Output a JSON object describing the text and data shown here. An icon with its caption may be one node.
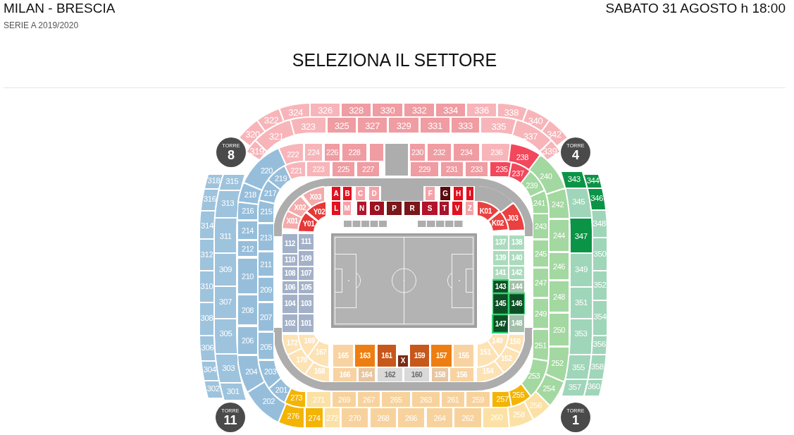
{
  "diagram": {
    "title": "SELEZIONA IL SETTORE",
    "nodes": [
      {
        "text": [
          "320"
        ]
      },
      {
        "text": [
          "322"
        ]
      },
      {
        "text": [
          "324"
        ]
      },
      {
        "text": [
          "326"
        ]
      },
      {
        "text": [
          "328"
        ]
      },
      {
        "text": [
          "330"
        ]
      },
      {
        "text": [
          "332"
        ]
      },
      {
        "text": [
          "334"
        ]
      },
      {
        "text": [
          "336"
        ]
      },
      {
        "text": [
          "338"
        ]
      },
      {
        "text": [
          "340"
        ]
      },
      {
        "text": [
          "342"
        ]
      },
      {
        "text": [
          "319"
        ]
      },
      {
        "text": [
          "321"
        ]
      },
      {
        "text": [
          "323"
        ]
      },
      {
        "text": [
          "325"
        ]
      },
      {
        "text": [
          "327"
        ]
      },
      {
        "text": [
          "329"
        ]
      },
      {
        "text": [
          "331"
        ]
      },
      {
        "text": [
          "333"
        ]
      },
      {
        "text": [
          "335"
        ]
      },
      {
        "text": [
          "337"
        ]
      },
      {
        "text": [
          "339"
        ]
      },
      {
        "text": [
          "TORRE",
          "8"
        ]
      },
      {
        "text": [
          "TORRE",
          "4"
        ]
      },
      {
        "text": [
          "222"
        ]
      },
      {
        "text": [
          "224"
        ]
      },
      {
        "text": [
          "226"
        ]
      },
      {
        "text": [
          "228"
        ]
      },
      {
        "text": [],
        "shape": "box"
      },
      {
        "text": [
          "230"
        ]
      },
      {
        "text": [
          "232"
        ]
      },
      {
        "text": [
          "234"
        ]
      },
      {
        "text": [
          "236"
        ]
      },
      {
        "text": [
          "238"
        ]
      },
      {
        "text": [
          "221"
        ]
      },
      {
        "text": [
          "223"
        ]
      },
      {
        "text": [
          "225"
        ]
      },
      {
        "text": [
          "227"
        ]
      },
      {
        "text": [
          "229"
        ]
      },
      {
        "text": [
          "231"
        ]
      },
      {
        "text": [
          "233"
        ]
      },
      {
        "text": [
          "235"
        ]
      },
      {
        "text": [
          "237"
        ]
      },
      {
        "text": [
          "318"
        ]
      },
      {
        "text": [
          "315"
        ]
      },
      {
        "text": [
          "316"
        ]
      },
      {
        "text": [
          "313"
        ]
      },
      {
        "text": [
          "314"
        ]
      },
      {
        "text": [
          "311"
        ]
      },
      {
        "text": [
          "312"
        ]
      },
      {
        "text": [
          "309"
        ]
      },
      {
        "text": [
          "310"
        ]
      },
      {
        "text": [
          "307"
        ]
      },
      {
        "text": [
          "308"
        ]
      },
      {
        "text": [
          "305"
        ]
      },
      {
        "text": [
          "306"
        ]
      },
      {
        "text": [
          "303"
        ]
      },
      {
        "text": [
          "304"
        ]
      },
      {
        "text": [
          "301"
        ]
      },
      {
        "text": [
          "302"
        ]
      },
      {
        "text": [
          "220"
        ]
      },
      {
        "text": [
          "219"
        ]
      },
      {
        "text": [
          "218"
        ]
      },
      {
        "text": [
          "217"
        ]
      },
      {
        "text": [
          "216"
        ]
      },
      {
        "text": [
          "215"
        ]
      },
      {
        "text": [
          "214"
        ]
      },
      {
        "text": [
          "213"
        ]
      },
      {
        "text": [
          "212"
        ]
      },
      {
        "text": [
          "211"
        ]
      },
      {
        "text": [
          "210"
        ]
      },
      {
        "text": [
          "209"
        ]
      },
      {
        "text": [
          "208"
        ]
      },
      {
        "text": [
          "207"
        ]
      },
      {
        "text": [
          "206"
        ]
      },
      {
        "text": [
          "205"
        ]
      },
      {
        "text": [
          "204"
        ]
      },
      {
        "text": [
          "203"
        ]
      },
      {
        "text": [
          "202"
        ]
      },
      {
        "text": [
          "201"
        ]
      },
      {
        "text": [
          "X03"
        ]
      },
      {
        "text": [
          "A"
        ]
      },
      {
        "text": [
          "B"
        ]
      },
      {
        "text": [
          "C"
        ]
      },
      {
        "text": [
          "D"
        ]
      },
      {
        "text": [
          "F"
        ]
      },
      {
        "text": [
          "G"
        ]
      },
      {
        "text": [
          "H"
        ]
      },
      {
        "text": [
          "I"
        ]
      },
      {
        "text": [
          "X02"
        ]
      },
      {
        "text": [
          "Y02"
        ]
      },
      {
        "text": [
          "L"
        ]
      },
      {
        "text": [
          "M"
        ]
      },
      {
        "text": [
          "N"
        ]
      },
      {
        "text": [
          "O"
        ]
      },
      {
        "text": [
          "P"
        ]
      },
      {
        "text": [
          "R"
        ]
      },
      {
        "text": [
          "S"
        ]
      },
      {
        "text": [
          "T"
        ]
      },
      {
        "text": [
          "V"
        ]
      },
      {
        "text": [
          "Z"
        ]
      },
      {
        "text": [
          "K01"
        ]
      },
      {
        "text": [
          "X01"
        ]
      },
      {
        "text": [
          "Y01"
        ]
      },
      {
        "text": [
          "K02"
        ]
      },
      {
        "text": [
          "J03"
        ]
      },
      {
        "text": [
          "240"
        ]
      },
      {
        "text": [
          "239"
        ]
      },
      {
        "text": [
          "241"
        ]
      },
      {
        "text": [
          "242"
        ]
      },
      {
        "text": [
          "243"
        ]
      },
      {
        "text": [
          "244"
        ]
      },
      {
        "text": [
          "245"
        ]
      },
      {
        "text": [
          "246"
        ]
      },
      {
        "text": [
          "247"
        ]
      },
      {
        "text": [
          "248"
        ]
      },
      {
        "text": [
          "249"
        ]
      },
      {
        "text": [
          "250"
        ]
      },
      {
        "text": [
          "251"
        ]
      },
      {
        "text": [
          "252"
        ]
      },
      {
        "text": [
          "253"
        ]
      },
      {
        "text": [
          "254"
        ]
      },
      {
        "text": [
          "343"
        ]
      },
      {
        "text": [
          "344"
        ]
      },
      {
        "text": [
          "345"
        ]
      },
      {
        "text": [
          "346"
        ]
      },
      {
        "text": [
          "347"
        ]
      },
      {
        "text": [
          "348"
        ]
      },
      {
        "text": [
          "349"
        ]
      },
      {
        "text": [
          "350"
        ]
      },
      {
        "text": [
          "351"
        ]
      },
      {
        "text": [
          "352"
        ]
      },
      {
        "text": [
          "353"
        ]
      },
      {
        "text": [
          "354"
        ]
      },
      {
        "text": [
          "355"
        ]
      },
      {
        "text": [
          "356"
        ]
      },
      {
        "text": [
          "357"
        ]
      },
      {
        "text": [
          "358"
        ]
      },
      {
        "text": [
          "360"
        ]
      },
      {
        "text": [
          "112"
        ]
      },
      {
        "text": [
          "111"
        ]
      },
      {
        "text": [
          "110"
        ]
      },
      {
        "text": [
          "109"
        ]
      },
      {
        "text": [
          "108"
        ]
      },
      {
        "text": [
          "107"
        ]
      },
      {
        "text": [
          "106"
        ]
      },
      {
        "text": [
          "105"
        ]
      },
      {
        "text": [
          "104"
        ]
      },
      {
        "text": [
          "103"
        ]
      },
      {
        "text": [
          "102"
        ]
      },
      {
        "text": [
          "101"
        ]
      },
      {
        "text": [
          "137"
        ]
      },
      {
        "text": [
          "138"
        ]
      },
      {
        "text": [
          "139"
        ]
      },
      {
        "text": [
          "140"
        ]
      },
      {
        "text": [
          "141"
        ]
      },
      {
        "text": [
          "142"
        ]
      },
      {
        "text": [
          "143"
        ]
      },
      {
        "text": [
          "144"
        ]
      },
      {
        "text": [
          "145"
        ]
      },
      {
        "text": [
          "146"
        ]
      },
      {
        "text": [
          "147"
        ]
      },
      {
        "text": [
          "148"
        ]
      },
      {
        "text": [
          "172"
        ]
      },
      {
        "text": [
          "169"
        ]
      },
      {
        "text": [
          "149"
        ]
      },
      {
        "text": [
          "150"
        ]
      },
      {
        "text": [
          "170"
        ]
      },
      {
        "text": [
          "167"
        ]
      },
      {
        "text": [
          "165"
        ]
      },
      {
        "text": [
          "163"
        ]
      },
      {
        "text": [
          "161"
        ]
      },
      {
        "text": [
          "X"
        ]
      },
      {
        "text": [
          "159"
        ]
      },
      {
        "text": [
          "157"
        ]
      },
      {
        "text": [
          "155"
        ]
      },
      {
        "text": [
          "151"
        ]
      },
      {
        "text": [
          "152"
        ]
      },
      {
        "text": [
          "168"
        ]
      },
      {
        "text": [
          "166"
        ]
      },
      {
        "text": [
          "164"
        ]
      },
      {
        "text": [
          "162"
        ]
      },
      {
        "text": [
          "160"
        ]
      },
      {
        "text": [
          "158"
        ]
      },
      {
        "text": [
          "156"
        ]
      },
      {
        "text": [
          "154"
        ]
      },
      {
        "text": [
          "273"
        ]
      },
      {
        "text": [
          "271"
        ]
      },
      {
        "text": [
          "269"
        ]
      },
      {
        "text": [
          "267"
        ]
      },
      {
        "text": [
          "265"
        ]
      },
      {
        "text": [
          "263"
        ]
      },
      {
        "text": [
          "261"
        ]
      },
      {
        "text": [
          "259"
        ]
      },
      {
        "text": [
          "257"
        ]
      },
      {
        "text": [
          "255"
        ]
      },
      {
        "text": [
          "256"
        ]
      },
      {
        "text": [
          "276"
        ]
      },
      {
        "text": [
          "274"
        ]
      },
      {
        "text": [
          "272"
        ]
      },
      {
        "text": [
          "270"
        ]
      },
      {
        "text": [
          "268"
        ]
      },
      {
        "text": [
          "266"
        ]
      },
      {
        "text": [
          "264"
        ]
      },
      {
        "text": [
          "262"
        ]
      },
      {
        "text": [
          "260"
        ]
      },
      {
        "text": [
          "258"
        ]
      },
      {
        "text": [
          "TORRE",
          "11"
        ]
      },
      {
        "text": [
          "TORRE",
          "1"
        ]
      }
    ],
    "labels": [
      "MILAN - BRESCIA",
      "SERIE A 2019/2020",
      "SABATO 31 AGOSTO h 18:00"
    ]
  }
}
